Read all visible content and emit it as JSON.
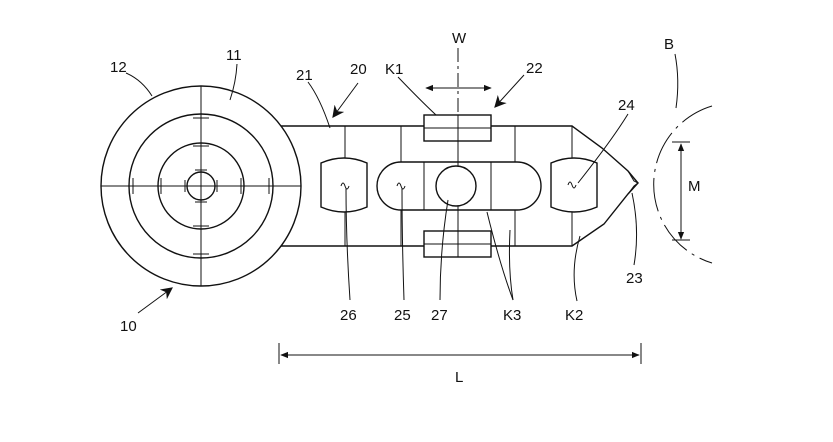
{
  "figure": {
    "labels": {
      "l10": "10",
      "l11": "11",
      "l12": "12",
      "l20": "20",
      "l21": "21",
      "l22": "22",
      "l23": "23",
      "l24": "24",
      "l25": "25",
      "l26": "26",
      "l27": "27",
      "k1": "K1",
      "k2": "K2",
      "k3": "K3",
      "w": "W",
      "m": "M",
      "b": "B",
      "l": "L"
    }
  }
}
